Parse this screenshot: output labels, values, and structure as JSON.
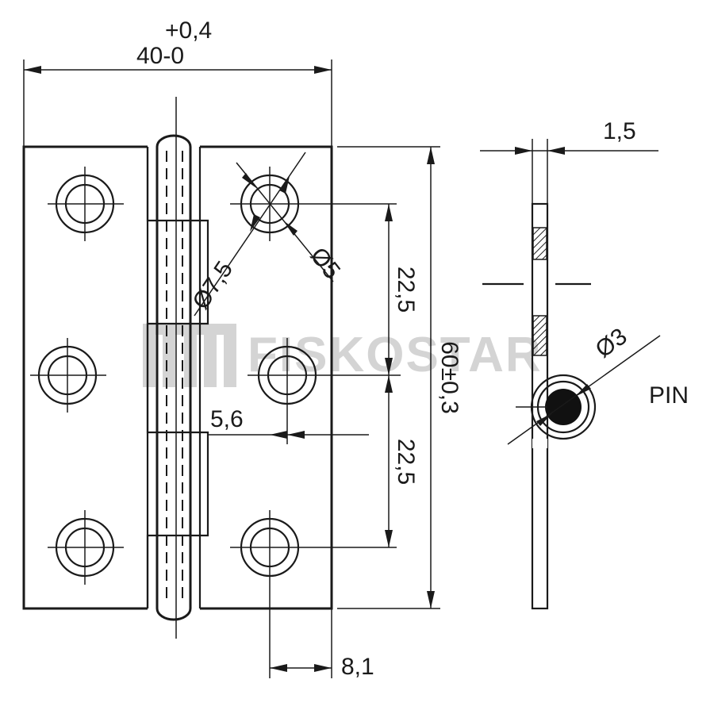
{
  "watermark": "FISKOSTAR",
  "dimensions": {
    "width_tolerance": "+0,4",
    "width": "40-0",
    "height": "60±0,3",
    "hole_pitch_upper": "22,5",
    "hole_pitch_lower": "22,5",
    "knuckle_offset": "5,6",
    "hole_edge_offset": "8,1",
    "countersink_diameter": "Ø7,5",
    "hole_diameter": "Ø5",
    "thickness": "1,5",
    "pin_diameter": "Ø3"
  },
  "labels": {
    "pin": "PIN"
  }
}
